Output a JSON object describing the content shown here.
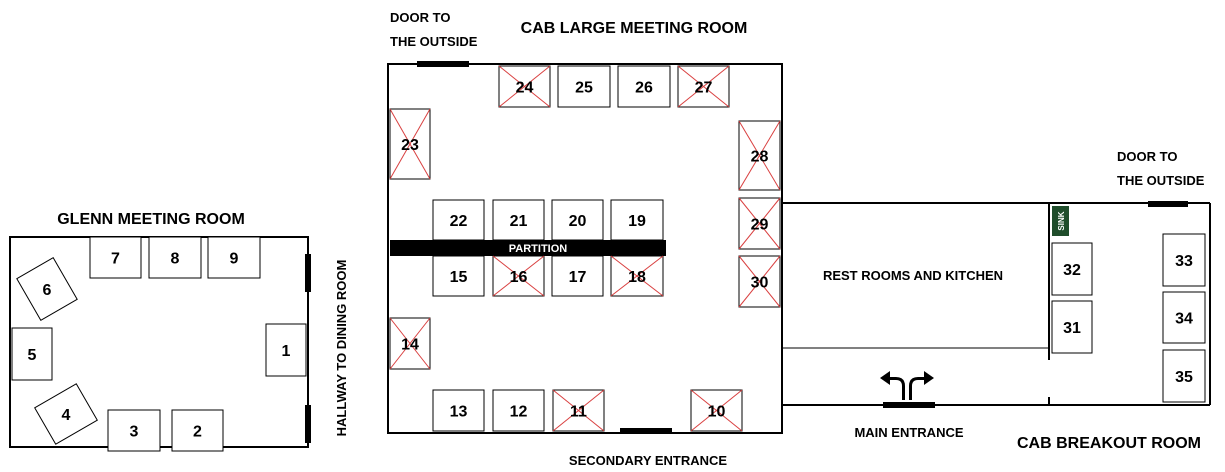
{
  "rooms": {
    "cab_large": "CAB LARGE MEETING ROOM",
    "glenn": "GLENN MEETING ROOM",
    "rest_kitchen": "REST ROOMS AND KITCHEN",
    "cab_breakout": "CAB BREAKOUT ROOM"
  },
  "labels": {
    "door_outside_left_1": "DOOR TO",
    "door_outside_left_2": "THE OUTSIDE",
    "door_outside_right_1": "DOOR TO",
    "door_outside_right_2": "THE OUTSIDE",
    "hallway": "HALLWAY TO DINING ROOM",
    "secondary_entrance": "SECONDARY ENTRANCE",
    "main_entrance": "MAIN ENTRANCE",
    "partition": "PARTITION",
    "sink": "SINK"
  },
  "tables": [
    {
      "num": "1",
      "crossed": false
    },
    {
      "num": "2",
      "crossed": false
    },
    {
      "num": "3",
      "crossed": false
    },
    {
      "num": "4",
      "crossed": false
    },
    {
      "num": "5",
      "crossed": false
    },
    {
      "num": "6",
      "crossed": false
    },
    {
      "num": "7",
      "crossed": false
    },
    {
      "num": "8",
      "crossed": false
    },
    {
      "num": "9",
      "crossed": false
    },
    {
      "num": "10",
      "crossed": true
    },
    {
      "num": "11",
      "crossed": true
    },
    {
      "num": "12",
      "crossed": false
    },
    {
      "num": "13",
      "crossed": false
    },
    {
      "num": "14",
      "crossed": true
    },
    {
      "num": "15",
      "crossed": false
    },
    {
      "num": "16",
      "crossed": true
    },
    {
      "num": "17",
      "crossed": false
    },
    {
      "num": "18",
      "crossed": true
    },
    {
      "num": "19",
      "crossed": false
    },
    {
      "num": "20",
      "crossed": false
    },
    {
      "num": "21",
      "crossed": false
    },
    {
      "num": "22",
      "crossed": false
    },
    {
      "num": "23",
      "crossed": true
    },
    {
      "num": "24",
      "crossed": true
    },
    {
      "num": "25",
      "crossed": false
    },
    {
      "num": "26",
      "crossed": false
    },
    {
      "num": "27",
      "crossed": true
    },
    {
      "num": "28",
      "crossed": true
    },
    {
      "num": "29",
      "crossed": true
    },
    {
      "num": "30",
      "crossed": true
    },
    {
      "num": "31",
      "crossed": false
    },
    {
      "num": "32",
      "crossed": false
    },
    {
      "num": "33",
      "crossed": false
    },
    {
      "num": "34",
      "crossed": false
    },
    {
      "num": "35",
      "crossed": false
    }
  ]
}
